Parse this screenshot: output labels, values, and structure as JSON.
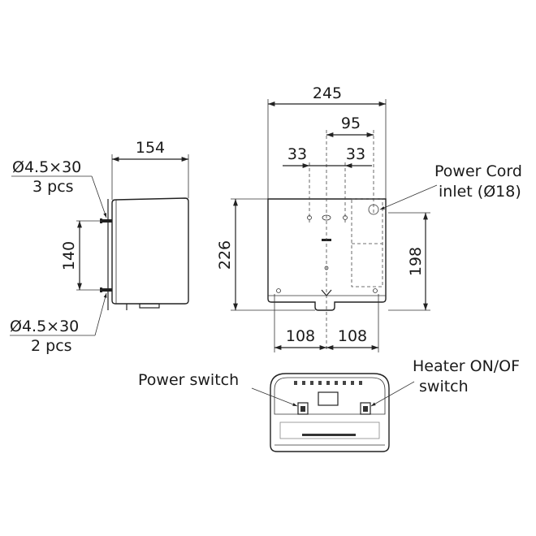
{
  "side_view": {
    "width_dim": "154",
    "hole_spacing_dim": "140",
    "top_screw_spec": "Ø4.5×30",
    "top_screw_qty": "3 pcs",
    "bottom_screw_spec": "Ø4.5×30",
    "bottom_screw_qty": "2 pcs"
  },
  "front_view": {
    "width_dim": "245",
    "offset_95_dim": "95",
    "left_33_dim": "33",
    "right_33_dim": "33",
    "height_dim": "226",
    "hole_height_dim": "198",
    "bottom_left_108_dim": "108",
    "bottom_right_108_dim": "108",
    "power_cord_label_line1": "Power Cord",
    "power_cord_label_line2": "inlet (Ø18)"
  },
  "bottom_view": {
    "power_switch_label": "Power switch",
    "heater_label_line1": "Heater ON/OF",
    "heater_label_line2": "switch"
  }
}
